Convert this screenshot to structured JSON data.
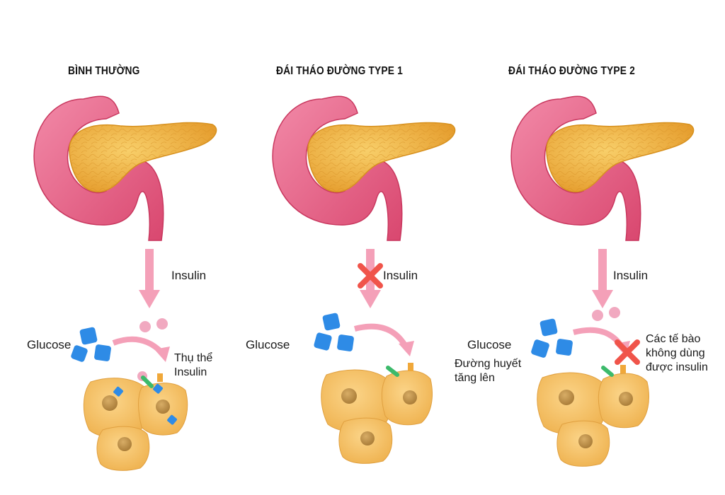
{
  "panels": [
    {
      "title": "BÌNH THƯỜNG",
      "insulin_label": "Insulin",
      "glucose_label": "Glucose",
      "receptor_label_line1": "Thụ thể",
      "receptor_label_line2": "Insulin"
    },
    {
      "title": "ĐÁI THÁO ĐƯỜNG TYPE 1",
      "insulin_label": "Insulin",
      "glucose_label": "Glucose"
    },
    {
      "title": "ĐÁI THÁO ĐƯỜNG TYPE 2",
      "insulin_label": "Insulin",
      "glucose_label": "Glucose",
      "blood_sugar_line1": "Đường huyết",
      "blood_sugar_line2": "tăng lên",
      "cells_note_line1": "Các tế bào",
      "cells_note_line2": "không dùng",
      "cells_note_line3": "được insulin"
    }
  ],
  "colors": {
    "pancreas": "#f2b540",
    "duodenum": "#e86a8e",
    "arrow": "#f4a0b8",
    "cell": "#f5c266",
    "nucleus": "#c89a52",
    "glucose": "#2e8be6",
    "insulin": "#f1a9c0",
    "receptor": "#3cba6b",
    "cross": "#f0544a"
  }
}
